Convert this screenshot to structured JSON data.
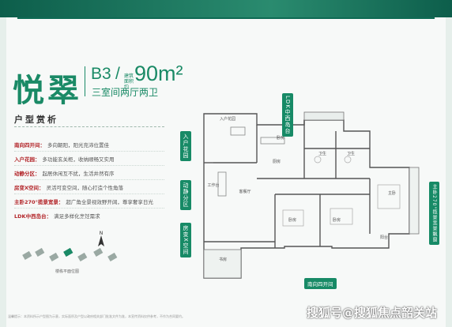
{
  "header": {
    "project_name": "悦翠",
    "unit_type": "B3",
    "slash": "/",
    "area_label": "建筑面积约",
    "area_value": "90m²",
    "rooms": "三室间两厅两卫"
  },
  "section_title": "户型赏析",
  "features": [
    {
      "key": "南向四开间：",
      "text": "多向朝阳，阳光充沛位置佳"
    },
    {
      "key": "入户花园：",
      "text": "多功能玄关柜，收纳顺畅又实用"
    },
    {
      "key": "动静分区：",
      "text": "起居休闲互不扰，生活井然有序"
    },
    {
      "key": "房变X空间：",
      "text": "灵活可变空间，随心打造个性角落"
    },
    {
      "key": "主卧270°揽景宽景：",
      "text": "超广角全景视效野开阔，尊享奢享日光"
    },
    {
      "key": "LDK中西岛台：",
      "text": "满足多样化烹饪需求"
    }
  ],
  "compass_letter": "N",
  "building_position_label": "楼栋平面位图",
  "plan": {
    "rooms": {
      "entry_garden": "入户花园",
      "kitchen": "厨房",
      "bath1": "卫生",
      "bath2": "卫生",
      "dining_living": "客餐厅",
      "bedroom_a": "卧房",
      "bedroom_b": "卧房",
      "bedroom_c": "卧房",
      "master": "主卧",
      "balcony": "阳台",
      "study": "书房",
      "utility": "工作台"
    },
    "tags": {
      "entry": "入户花园",
      "ldk": "LDK中西岛台",
      "zoning": "动静分区",
      "flex": "房变X空间",
      "master_view": "主卧270°揽景宽景飘窗",
      "south": "南向四开间"
    }
  },
  "footer_text": "温馨提示：本资料所示户型图为示意，实际面积及户型以政府相关部门批准文件为准，本宣传资料仅供参考，不作为合同要约。",
  "watermark": "搜狐号@搜狐焦点韶关站",
  "colors": {
    "brand": "#1a8a66",
    "band": "#0d5e4b",
    "accent_red": "#b3262a"
  }
}
